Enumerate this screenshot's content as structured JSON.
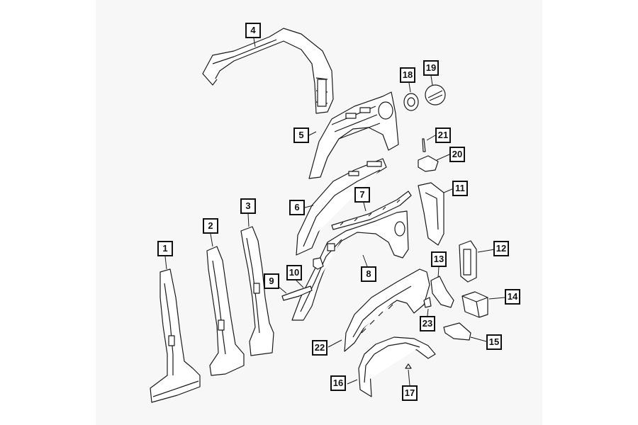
{
  "callouts": [
    {
      "id": "callout-1",
      "label": "1"
    },
    {
      "id": "callout-2",
      "label": "2"
    },
    {
      "id": "callout-3",
      "label": "3"
    },
    {
      "id": "callout-4",
      "label": "4"
    },
    {
      "id": "callout-5",
      "label": "5"
    },
    {
      "id": "callout-6",
      "label": "6"
    },
    {
      "id": "callout-7",
      "label": "7"
    },
    {
      "id": "callout-8",
      "label": "8"
    },
    {
      "id": "callout-9",
      "label": "9"
    },
    {
      "id": "callout-10",
      "label": "10"
    },
    {
      "id": "callout-11",
      "label": "11"
    },
    {
      "id": "callout-12",
      "label": "12"
    },
    {
      "id": "callout-13",
      "label": "13"
    },
    {
      "id": "callout-14",
      "label": "14"
    },
    {
      "id": "callout-15",
      "label": "15"
    },
    {
      "id": "callout-16",
      "label": "16"
    },
    {
      "id": "callout-17",
      "label": "17"
    },
    {
      "id": "callout-18",
      "label": "18"
    },
    {
      "id": "callout-19",
      "label": "19"
    },
    {
      "id": "callout-20",
      "label": "20"
    },
    {
      "id": "callout-21",
      "label": "21"
    },
    {
      "id": "callout-22",
      "label": "22"
    },
    {
      "id": "callout-23",
      "label": "23"
    }
  ],
  "colors": {
    "line": "#1a1a1a",
    "paper": "#f7f7f7",
    "fill": "#ffffff"
  }
}
